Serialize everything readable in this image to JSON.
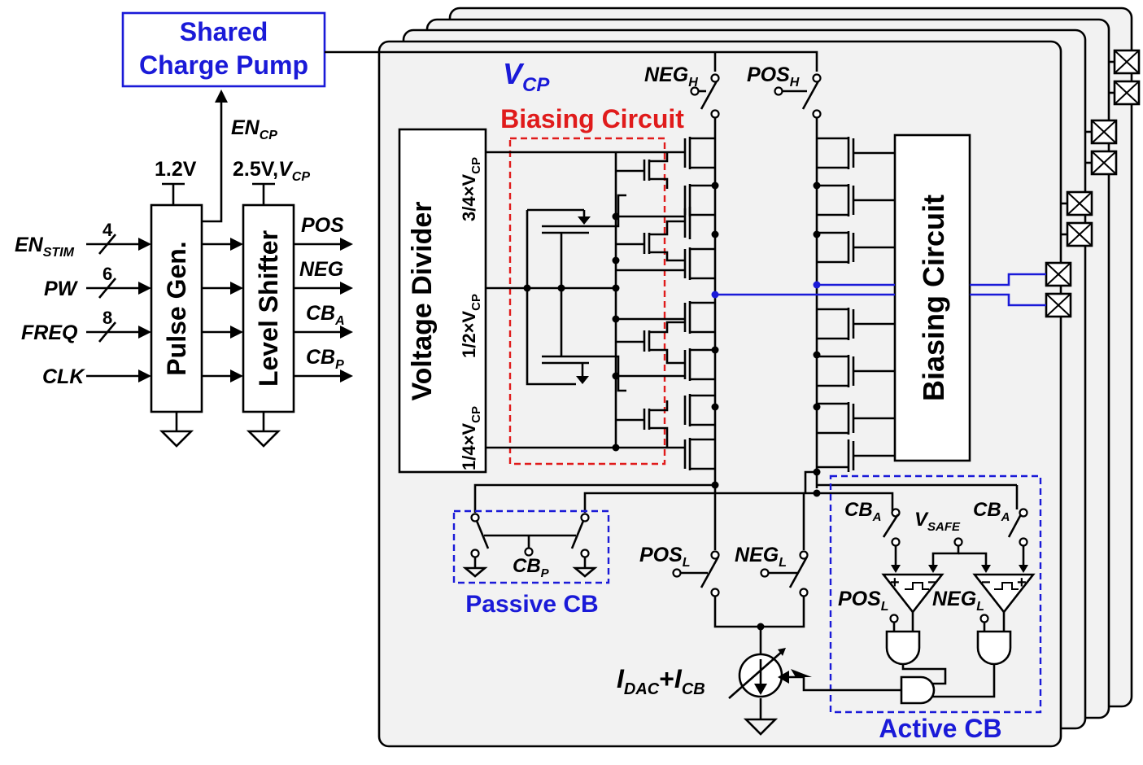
{
  "charge_pump": {
    "line1": "Shared",
    "line2": "Charge Pump"
  },
  "blocks": {
    "pulse_gen": "Pulse Gen.",
    "level_shifter": "Level Shifter",
    "voltage_divider": "Voltage Divider",
    "biasing_circuit_block": "Biasing Circuit"
  },
  "supplies": {
    "pulse_gen": "1.2V",
    "level_shifter_main": "2.5V,",
    "level_shifter_v": "V",
    "level_shifter_sub": "CP"
  },
  "en_cp": {
    "main": "EN",
    "sub": "CP"
  },
  "inputs": [
    {
      "main": "EN",
      "sub": "STIM",
      "bits": "4"
    },
    {
      "main": "PW",
      "sub": "",
      "bits": "6"
    },
    {
      "main": "FREQ",
      "sub": "",
      "bits": "8"
    },
    {
      "main": "CLK",
      "sub": "",
      "bits": ""
    }
  ],
  "outputs": [
    {
      "main": "POS",
      "sub": ""
    },
    {
      "main": "NEG",
      "sub": ""
    },
    {
      "main": "CB",
      "sub": "A"
    },
    {
      "main": "CB",
      "sub": "P"
    }
  ],
  "vcp_label": {
    "main": "V",
    "sub": "CP"
  },
  "biasing_circuit_label": "Biasing Circuit",
  "divider_taps": [
    {
      "main": "3/4×V",
      "sub": "CP"
    },
    {
      "main": "1/2×V",
      "sub": "CP"
    },
    {
      "main": "1/4×V",
      "sub": "CP"
    }
  ],
  "switches": {
    "neg_h": {
      "main": "NEG",
      "sub": "H"
    },
    "pos_h": {
      "main": "POS",
      "sub": "H"
    },
    "pos_l": {
      "main": "POS",
      "sub": "L"
    },
    "neg_l": {
      "main": "NEG",
      "sub": "L"
    },
    "cb_p": {
      "main": "CB",
      "sub": "P"
    },
    "cb_a_left": {
      "main": "CB",
      "sub": "A"
    },
    "cb_a_right": {
      "main": "CB",
      "sub": "A"
    }
  },
  "v_safe": {
    "main": "V",
    "sub": "SAFE"
  },
  "comparators": {
    "left_label": {
      "main": "POS",
      "sub": "L"
    },
    "right_label": {
      "main": "NEG",
      "sub": "L"
    },
    "plus": "+",
    "minus": "−"
  },
  "current_source": {
    "a_main": "I",
    "a_sub": "DAC",
    "plus": "+",
    "b_main": "I",
    "b_sub": "CB"
  },
  "passive_cb_label": "Passive CB",
  "active_cb_label": "Active CB",
  "colors": {
    "blue": "#1a1ad8",
    "red": "#e01b1b",
    "panel": "#f2f2f2",
    "line": "#000000"
  }
}
